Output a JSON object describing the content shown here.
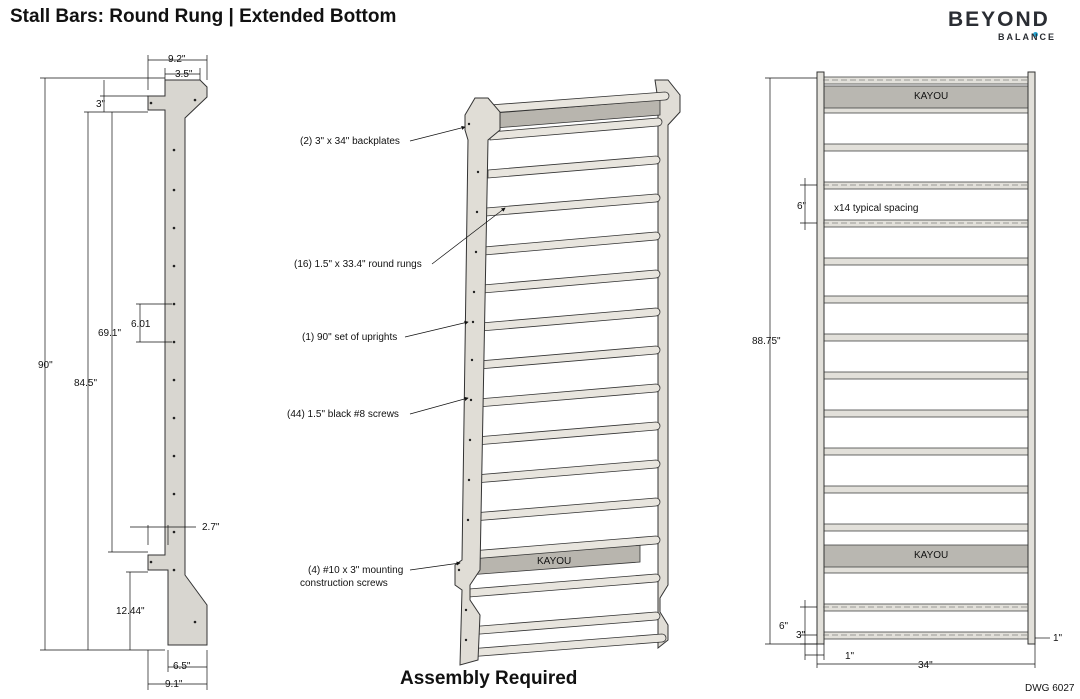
{
  "header": {
    "title": "Stall Bars: Round Rung | Extended Bottom",
    "logo_main": "BEYOND",
    "logo_sub": "BALANCE"
  },
  "side_view": {
    "dims": {
      "top_width": "9.2\"",
      "top_inner": "3.5\"",
      "top_offset": "3\"",
      "total_height": "90\"",
      "upper_span": "84.5\"",
      "rung_span": "69.1\"",
      "hole_spacing": "6.01",
      "bottom_step": "2.7\"",
      "bottom_height": "12.44\"",
      "bottom_inner": "6.5\"",
      "bottom_width": "9.1\""
    }
  },
  "iso_view": {
    "callouts": [
      "(2) 3\" x 34\" backplates",
      "(16) 1.5\" x 33.4\" round rungs",
      "(1) 90\" set of uprights",
      "(44) 1.5\" black #8 screws",
      "(4) #10 x 3\" mounting",
      "construction screws"
    ]
  },
  "front_view": {
    "dims": {
      "total_height": "88.75\"",
      "rung_spacing": "6\"",
      "typical_note": "x14 typical spacing",
      "bottom_spacing": "6\"",
      "bottom_offset": "3\"",
      "side_margin": "1\"",
      "width": "34\"",
      "right_margin": "1\""
    },
    "plate_label": "KAYOU"
  },
  "footer": {
    "assembly": "Assembly Required",
    "drawing_number": "DWG 6027"
  }
}
